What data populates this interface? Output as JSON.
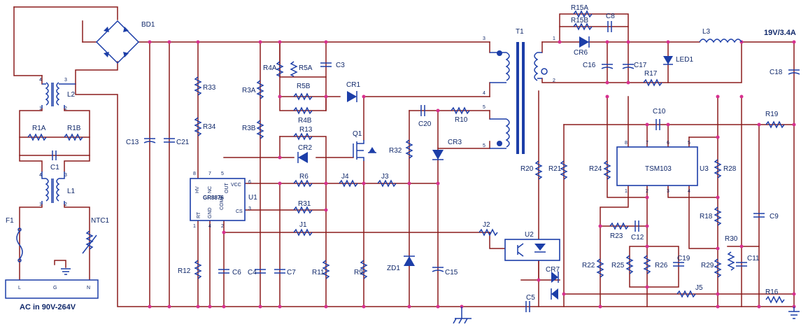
{
  "title": "19V/3.4A",
  "input_label": "AC in  90V-264V",
  "ic_labels": {
    "u1": "GR8876",
    "u3": "TSM103"
  },
  "colors": {
    "wire": "#8b1c1c",
    "component": "#1c3ea8",
    "node": "#d8308f",
    "text": "#10286a"
  },
  "components": [
    {
      "ref": "BD1"
    },
    {
      "ref": "L2"
    },
    {
      "ref": "L1"
    },
    {
      "ref": "R1A"
    },
    {
      "ref": "R1B"
    },
    {
      "ref": "C1"
    },
    {
      "ref": "F1"
    },
    {
      "ref": "NTC1"
    },
    {
      "ref": "C13"
    },
    {
      "ref": "C21"
    },
    {
      "ref": "R33"
    },
    {
      "ref": "R34"
    },
    {
      "ref": "R12"
    },
    {
      "ref": "U1"
    },
    {
      "ref": "R3A"
    },
    {
      "ref": "R3B"
    },
    {
      "ref": "R4A"
    },
    {
      "ref": "R5A"
    },
    {
      "ref": "C3"
    },
    {
      "ref": "R5B"
    },
    {
      "ref": "R4B"
    },
    {
      "ref": "R13"
    },
    {
      "ref": "CR2"
    },
    {
      "ref": "CR1"
    },
    {
      "ref": "Q1"
    },
    {
      "ref": "R6"
    },
    {
      "ref": "R31"
    },
    {
      "ref": "J1"
    },
    {
      "ref": "J2"
    },
    {
      "ref": "J3"
    },
    {
      "ref": "J4"
    },
    {
      "ref": "C6"
    },
    {
      "ref": "C4"
    },
    {
      "ref": "C7"
    },
    {
      "ref": "R11"
    },
    {
      "ref": "R9"
    },
    {
      "ref": "R32"
    },
    {
      "ref": "ZD1"
    },
    {
      "ref": "C20"
    },
    {
      "ref": "R10"
    },
    {
      "ref": "CR3"
    },
    {
      "ref": "C15"
    },
    {
      "ref": "T1"
    },
    {
      "ref": "R15A"
    },
    {
      "ref": "R15B"
    },
    {
      "ref": "C8"
    },
    {
      "ref": "CR6"
    },
    {
      "ref": "C16"
    },
    {
      "ref": "C17"
    },
    {
      "ref": "LED1"
    },
    {
      "ref": "R17"
    },
    {
      "ref": "L3"
    },
    {
      "ref": "C18"
    },
    {
      "ref": "C10"
    },
    {
      "ref": "R19"
    },
    {
      "ref": "R20"
    },
    {
      "ref": "R21"
    },
    {
      "ref": "R24"
    },
    {
      "ref": "U3"
    },
    {
      "ref": "R28"
    },
    {
      "ref": "R18"
    },
    {
      "ref": "C9"
    },
    {
      "ref": "R23"
    },
    {
      "ref": "C12"
    },
    {
      "ref": "R22"
    },
    {
      "ref": "R25"
    },
    {
      "ref": "R26"
    },
    {
      "ref": "C19"
    },
    {
      "ref": "R30"
    },
    {
      "ref": "R29"
    },
    {
      "ref": "C11"
    },
    {
      "ref": "J5"
    },
    {
      "ref": "R16"
    },
    {
      "ref": "U2"
    },
    {
      "ref": "CR7"
    },
    {
      "ref": "C5"
    }
  ],
  "pins": {
    "u1": [
      "HV",
      "NC",
      "COMP",
      "OUT",
      "VCC",
      "RT",
      "GND",
      "CS"
    ],
    "u1_nums": [
      "8",
      "7",
      "5",
      "6",
      "1",
      "4",
      "2",
      "3"
    ],
    "ac": [
      "L",
      "G",
      "N"
    ],
    "t1": [
      "3",
      "4",
      "5",
      "5",
      "1",
      "2"
    ],
    "coil": [
      "4",
      "3",
      "1",
      "2"
    ],
    "u3": [
      "8",
      "7",
      "6",
      "5",
      "1",
      "2",
      "3",
      "4"
    ]
  }
}
